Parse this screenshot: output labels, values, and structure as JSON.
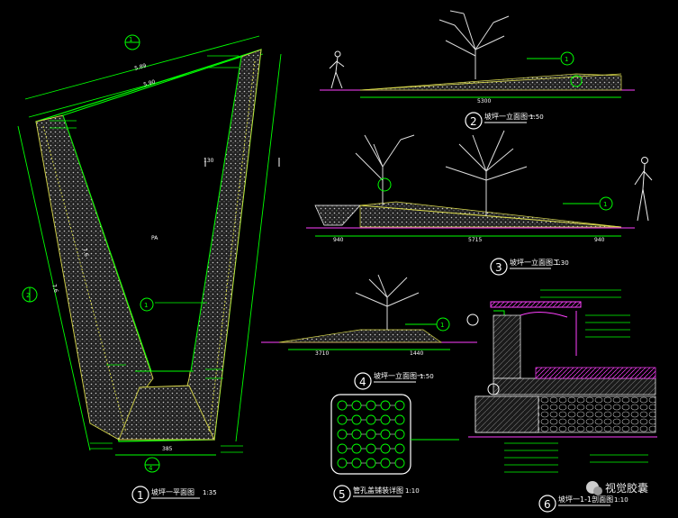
{
  "titles": {
    "plan": "坡坪一平面图",
    "plan_scale": "1:35",
    "elev2": "坡坪一立面图一",
    "elev2_scale": "1:50",
    "elev3": "坡坪一立面图二",
    "elev3_scale": "1:30",
    "elev4": "坡坪一立面图一",
    "elev4_scale": "1:50",
    "grate": "管孔盖铺装详图",
    "grate_scale": "1:10",
    "section": "坡坪一1-1剖面图",
    "section_scale": "1:10"
  },
  "callouts": {
    "c1": "1",
    "c2": "2",
    "c3": "3",
    "c4": "4",
    "c5": "5",
    "c6": "6"
  },
  "plan_labels": {
    "top_dim_a": "5.89",
    "top_dim_b": "5.90",
    "width_label": "PA",
    "bottom_dim": "385",
    "inner_dim": "130",
    "left_dim": "7.6",
    "left_dim2": "7.6"
  },
  "elevation_dims": {
    "e2_total": "5300",
    "e3_a": "940",
    "e3_b": "5715",
    "e3_c": "940",
    "e4_a": "3710",
    "e4_b": "1440"
  },
  "watermark": "视觉胶囊",
  "colors": {
    "background": "#000000",
    "line_green": "#00ff00",
    "hatch_yellow": "#d8d84a",
    "cyan": "#00e5ff",
    "magenta": "#ff40ff",
    "white": "#ffffff"
  }
}
